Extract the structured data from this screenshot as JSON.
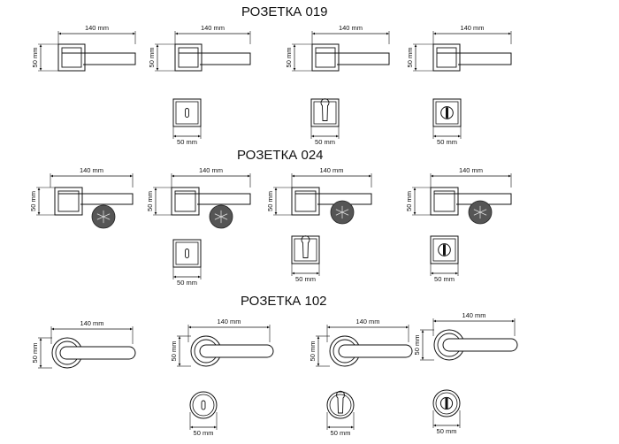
{
  "sections": [
    {
      "title": "РОЗЕТКА 019"
    },
    {
      "title": "РОЗЕТКА 024"
    },
    {
      "title": "РОЗЕТКА 102"
    }
  ],
  "dims": {
    "width": "140 mm",
    "height": "50 mm",
    "plate": "50 mm"
  }
}
